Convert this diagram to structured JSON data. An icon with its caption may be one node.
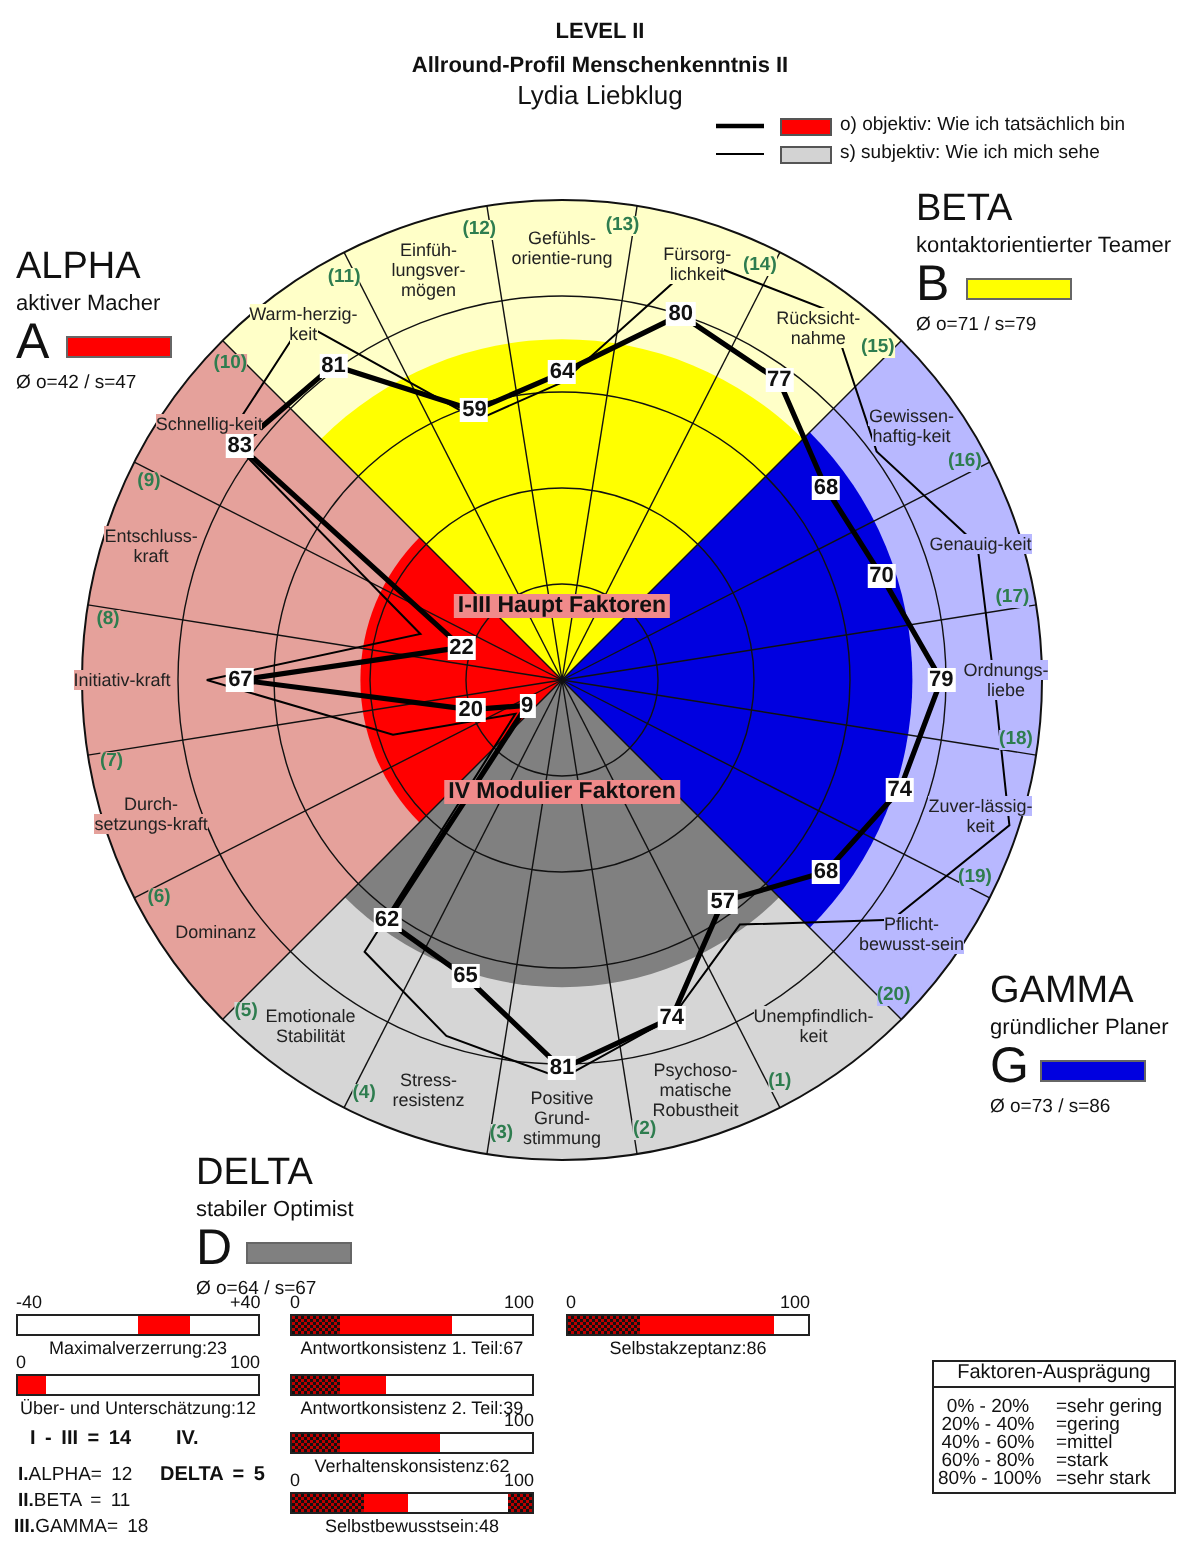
{
  "diagram": {
    "title": "LEVEL II",
    "nodes": [
      {
        "text": [
          "Unempfindlich-keit",
          "(1)"
        ]
      },
      {
        "text": [
          "Psychoso-matische Robustheit",
          "(2)"
        ]
      },
      {
        "text": [
          "(3)",
          "Positive Grund-stimmung"
        ]
      },
      {
        "text": [
          "(4)",
          "Stress-resistenz"
        ]
      },
      {
        "text": [
          "(5)",
          "Emotionale Stabilität"
        ]
      },
      {
        "text": [
          "Dominanz",
          "(6)"
        ]
      },
      {
        "text": [
          "(7)",
          "Durch-setzungs-kraft"
        ]
      },
      {
        "text": [
          "(8)",
          "Initiativ-kraft"
        ]
      },
      {
        "text": [
          "(9)",
          "Entschluss-kraft"
        ]
      },
      {
        "text": [
          "(10)",
          "Schnellig-keit"
        ]
      },
      {
        "text": [
          "(11)",
          "Warm-herzig-keit"
        ]
      },
      {
        "text": [
          "(12)",
          "Einfüh-lungsver-mögen"
        ]
      },
      {
        "text": [
          "(13)",
          "Gefühls-orientie-rung"
        ]
      },
      {
        "text": [
          "Fürsorg-lichkeit",
          "(14)"
        ]
      },
      {
        "text": [
          "Rücksicht-nahme",
          "(15)"
        ]
      },
      {
        "text": [
          "Gewissen-haftig-keit",
          "(16)"
        ]
      },
      {
        "text": [
          "Genauig-keit",
          "(17)"
        ]
      },
      {
        "text": [
          "Ordnungs-liebe",
          "(18)"
        ]
      },
      {
        "text": [
          "Zuver-lässig-keit",
          "(19)"
        ]
      },
      {
        "text": [
          "Pflicht-bewusst-sein",
          "(20)"
        ]
      },
      {
        "text": [
          "Faktoren-Ausprägung",
          "0% - 20%",
          "=sehr gering",
          "20% - 40%",
          "=gering",
          "40% - 60%",
          "=mittel",
          "60% - 80%",
          "=stark",
          "80% - 100%",
          "=sehr stark"
        ]
      }
    ],
    "labels": [
      "Allround-Profil Menschenkenntnis II",
      "Lydia Liebklug",
      "ALPHA",
      "aktiver Macher",
      "Ø o=42 / s=47",
      "BETA",
      "kontaktorientierter Teamer",
      "Ø o=71 / s=79",
      "GAMMA",
      "gründlicher Planer",
      "Ø o=73 / s=86",
      "DELTA",
      "stabiler Optimist",
      "Ø o=64 / s=67",
      "I-III Haupt Faktoren",
      "IV Modulier Faktoren",
      "80",
      "81",
      "64",
      "77",
      "59",
      "83",
      "68",
      "70",
      "22",
      "67",
      "79",
      "20",
      "9",
      "74",
      "68",
      "62",
      "57",
      "65",
      "74",
      "81",
      "-40",
      "+40",
      "Maximalverzerrung:23",
      "0",
      "100",
      "Über- und Unterschätzung:12",
      "0",
      "100",
      "Antwortkonsistenz 1. Teil:67",
      "Antwortkonsistenz 2. Teil:39",
      "100",
      "Verhaltenskonsistenz:62",
      "0",
      "100",
      "Selbstbewusstsein:48",
      "0",
      "100",
      "Selbstakzeptanz:86",
      "I - III = 14",
      "IV.",
      "**I.**ALPHA= 12",
      "DELTA = 5",
      "**II.**BETA = 11",
      "**III.**GAMMA= 18"
    ],
    "legend": [
      {
        "text": "o) objektiv: Wie ich tatsächlich bin",
        "color": "#ff0000"
      },
      {
        "text": "s) subjektiv: Wie ich mich sehe",
        "color": "#d3d3d3"
      },
      {
        "text": "A",
        "color": "#ff0000"
      },
      {
        "text": "B",
        "color": "#ffff00"
      },
      {
        "text": "G",
        "color": "#0000e0"
      },
      {
        "text": "D",
        "color": "#808080"
      }
    ]
  }
}
